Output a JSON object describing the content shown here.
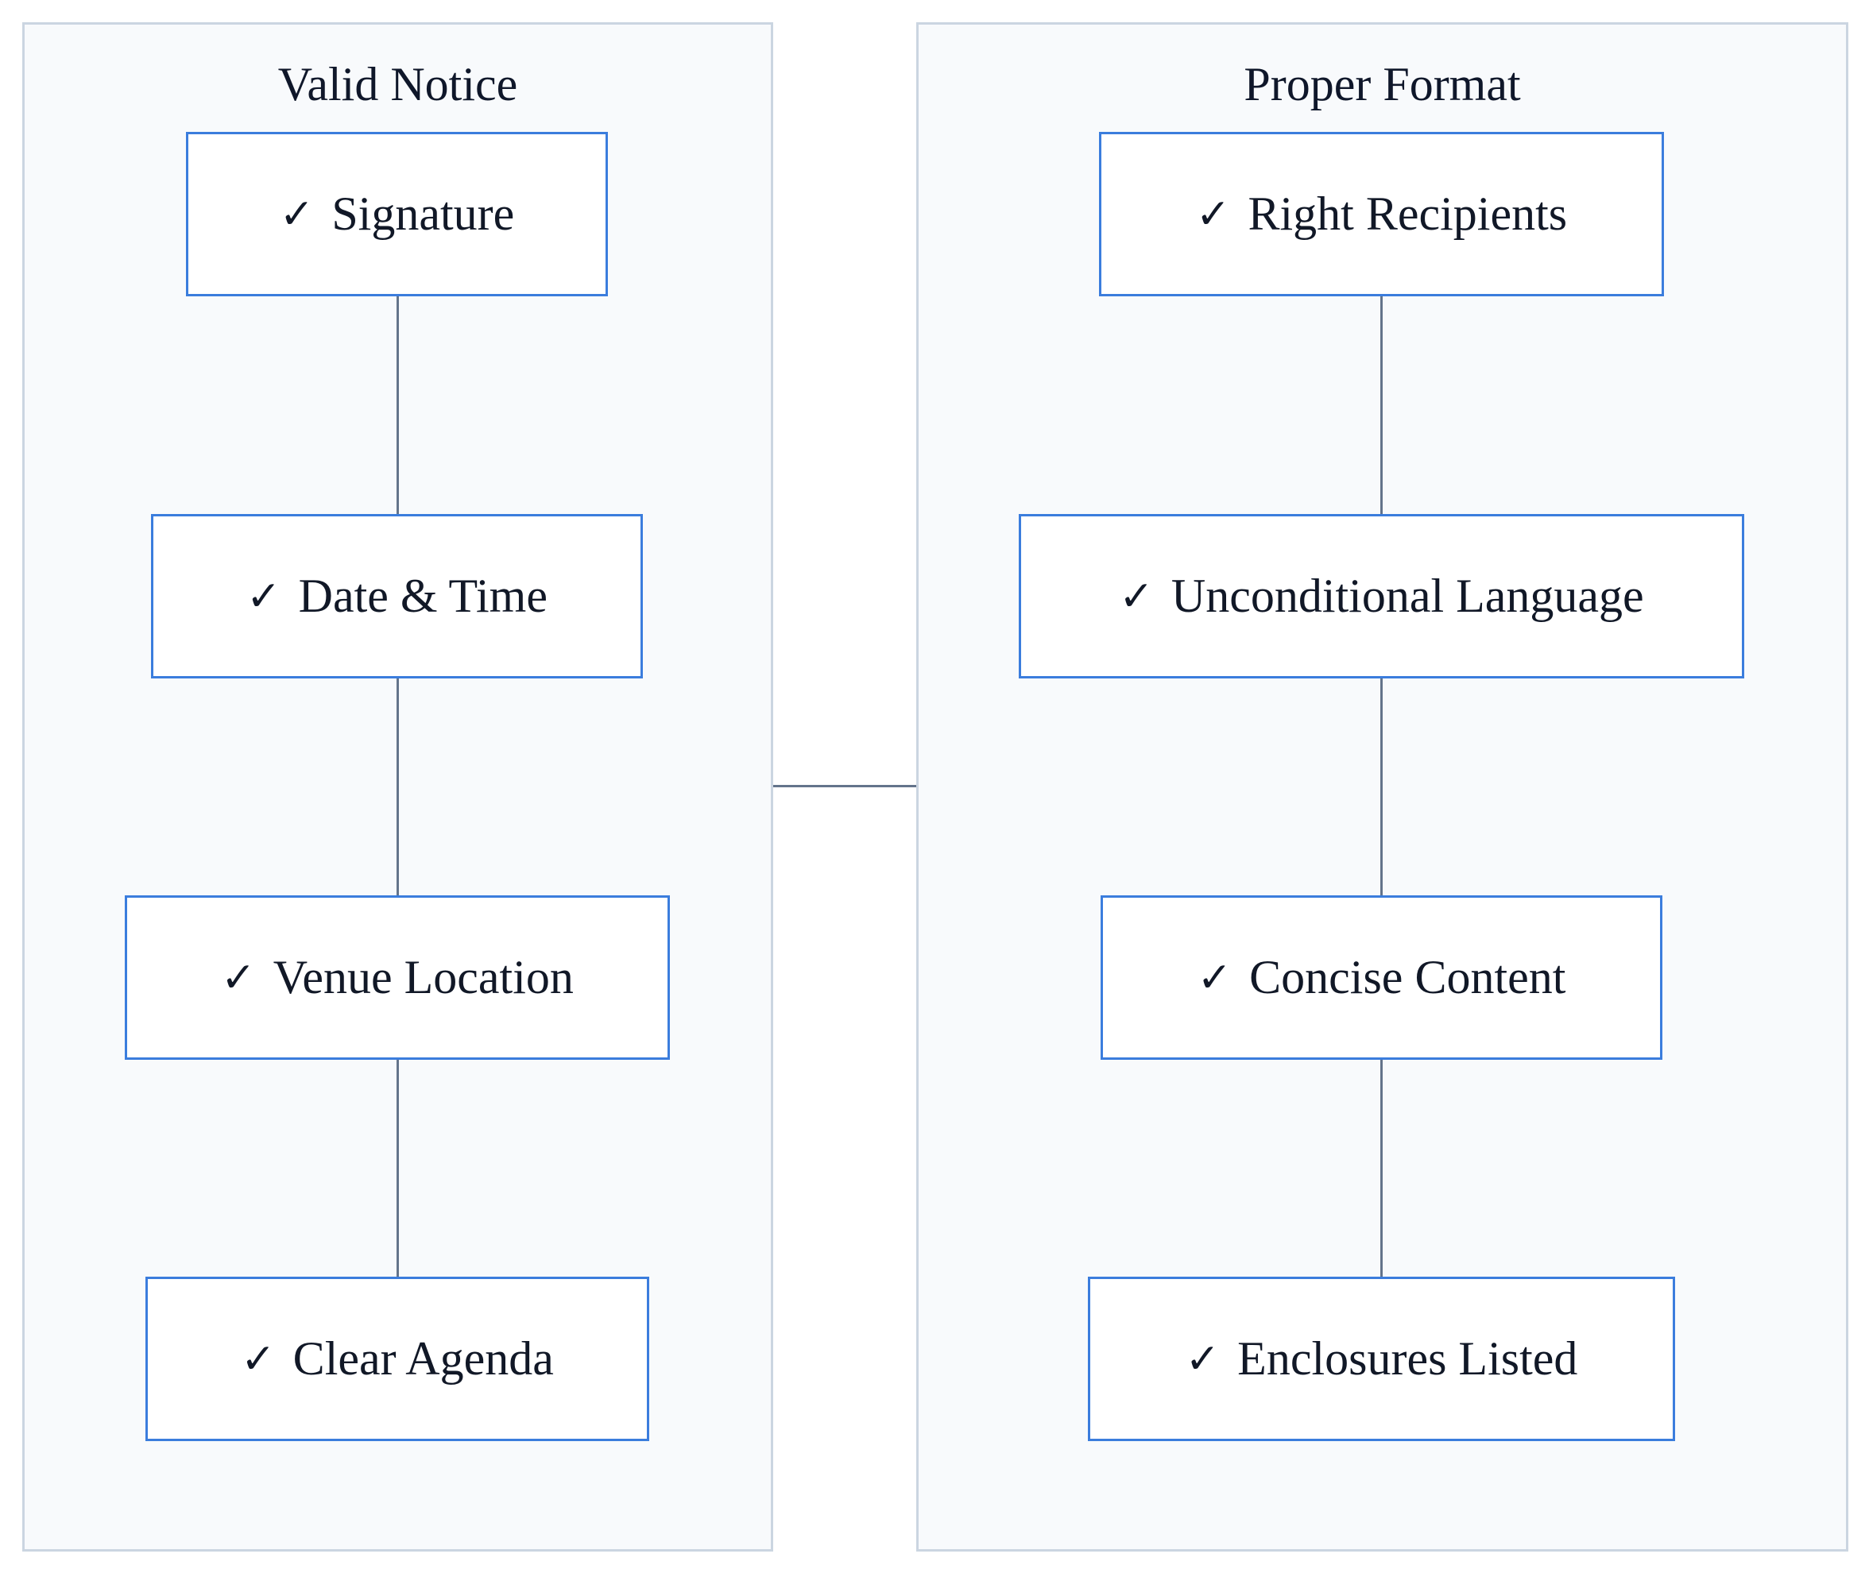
{
  "clusters": {
    "left": {
      "title": "Valid Notice"
    },
    "right": {
      "title": "Proper Format"
    }
  },
  "check_symbol": "✓",
  "nodes": {
    "signature": "Signature",
    "date_time": "Date & Time",
    "venue_location": "Venue Location",
    "clear_agenda": "Clear Agenda",
    "right_recipients": "Right Recipients",
    "unconditional_language": "Unconditional Language",
    "concise_content": "Concise Content",
    "enclosures_listed": "Enclosures Listed"
  },
  "colors": {
    "node_border": "#3b7ddd",
    "cluster_border": "#cbd5e1",
    "cluster_fill": "#f8fafc",
    "connector": "#64748b"
  }
}
